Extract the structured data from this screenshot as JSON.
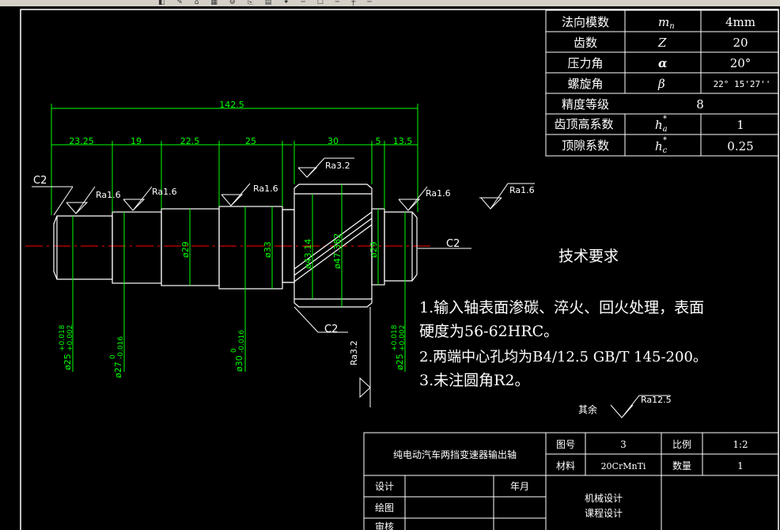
{
  "toolbar": {
    "visible_glyphs": "◧ ✎ ⌂ ▦ ⚙ ⎘ ▤ ✦ ─ ☐ ─ ┼ ─"
  },
  "params_table": {
    "rows": [
      {
        "label": "法向模数",
        "symbol": "m",
        "symbol_sub": "n",
        "value": "4mm"
      },
      {
        "label": "齿数",
        "symbol": "Z",
        "symbol_sub": "",
        "value": "20"
      },
      {
        "label": "压力角",
        "symbol": "α",
        "symbol_sub": "",
        "value": "20°"
      },
      {
        "label": "螺旋角",
        "symbol": "β",
        "symbol_sub": "",
        "value": "22° 15'27''"
      },
      {
        "label": "精度等级",
        "symbol": "",
        "symbol_sub": "",
        "value": "8"
      },
      {
        "label": "齿顶高系数",
        "symbol": "h",
        "symbol_sub": "a",
        "symbol_sup": "*",
        "value": "1"
      },
      {
        "label": "顶隙系数",
        "symbol": "h",
        "symbol_sub": "c",
        "symbol_sup": "*",
        "value": "0.25"
      }
    ]
  },
  "dimensions": {
    "overall": "142.5",
    "segments": [
      "23.25",
      "19",
      "22.5",
      "25",
      "30",
      "5",
      "13.5"
    ],
    "diameters_inner": [
      "ø29",
      "ø33",
      "ø43.14",
      "ø47.382",
      "ø29"
    ],
    "diameter_tol_1": {
      "base": "ø25",
      "upper": "+0.018",
      "lower": "+0.002"
    },
    "diameter_tol_2": {
      "base": "ø27",
      "upper": "0",
      "lower": "-0.016"
    },
    "diameter_tol_3": {
      "base": "ø30",
      "upper": "0",
      "lower": "-0.016"
    },
    "diameter_tol_4": {
      "base": "ø25",
      "upper": "+0.018",
      "lower": "+0.002"
    }
  },
  "annotations": {
    "chamfer_left": "C2",
    "chamfer_right": "C2",
    "chamfer_bottom": "C2",
    "ra16_a": "Ra1.6",
    "ra16_b": "Ra1.6",
    "ra16_c": "Ra1.6",
    "ra16_d": "Ra1.6",
    "ra16_e": "Ra1.6",
    "ra32_top": "Ra3.2",
    "ra32_vertical": "Ra3.2",
    "rest_label": "其余",
    "rest_ra": "Ra12.5"
  },
  "tech_requirements": {
    "title": "技术要求",
    "items": [
      "1.输入轴表面渗碳、淬火、回火处理，表面",
      "硬度为56-62HRC。",
      "2.两端中心孔均为B4/12.5 GB/T 145-200。",
      "3.未注圆角R2。"
    ]
  },
  "title_block": {
    "part_name": "纯电动汽车两挡变速器输出轴",
    "drawing_no_label": "图号",
    "drawing_no": "3",
    "scale_label": "比例",
    "scale": "1:2",
    "material_label": "材料",
    "material": "20CrMnTi",
    "qty_label": "数量",
    "qty": "1",
    "design_label": "设计",
    "date_label": "年月",
    "draw_label": "绘图",
    "review_label": "审核",
    "course_line1": "机械设计",
    "course_line2": "课程设计"
  },
  "colors": {
    "background": "#000000",
    "lines": "#ffffff",
    "dimensions": "#00ff00",
    "centerline": "#ff0000"
  }
}
